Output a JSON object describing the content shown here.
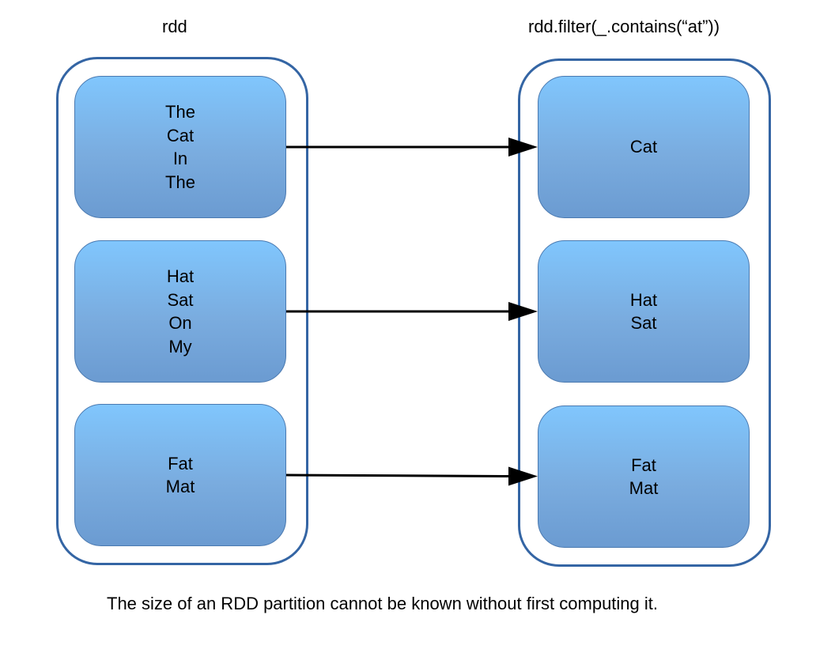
{
  "headings": {
    "left": "rdd",
    "right": "rdd.filter(_.contains(“at”))"
  },
  "left_partitions": [
    {
      "text": "The\nCat\nIn\nThe"
    },
    {
      "text": "Hat\nSat\nOn\nMy"
    },
    {
      "text": "Fat\nMat"
    }
  ],
  "right_partitions": [
    {
      "text": "Cat"
    },
    {
      "text": "Hat\nSat"
    },
    {
      "text": "Fat\nMat"
    }
  ],
  "caption": "The size of an RDD partition cannot be known without first computing it.",
  "colors": {
    "container_border": "#3465a4",
    "partition_top": "#80c6fd",
    "partition_bottom": "#6b9bd1",
    "arrow": "#000000"
  }
}
